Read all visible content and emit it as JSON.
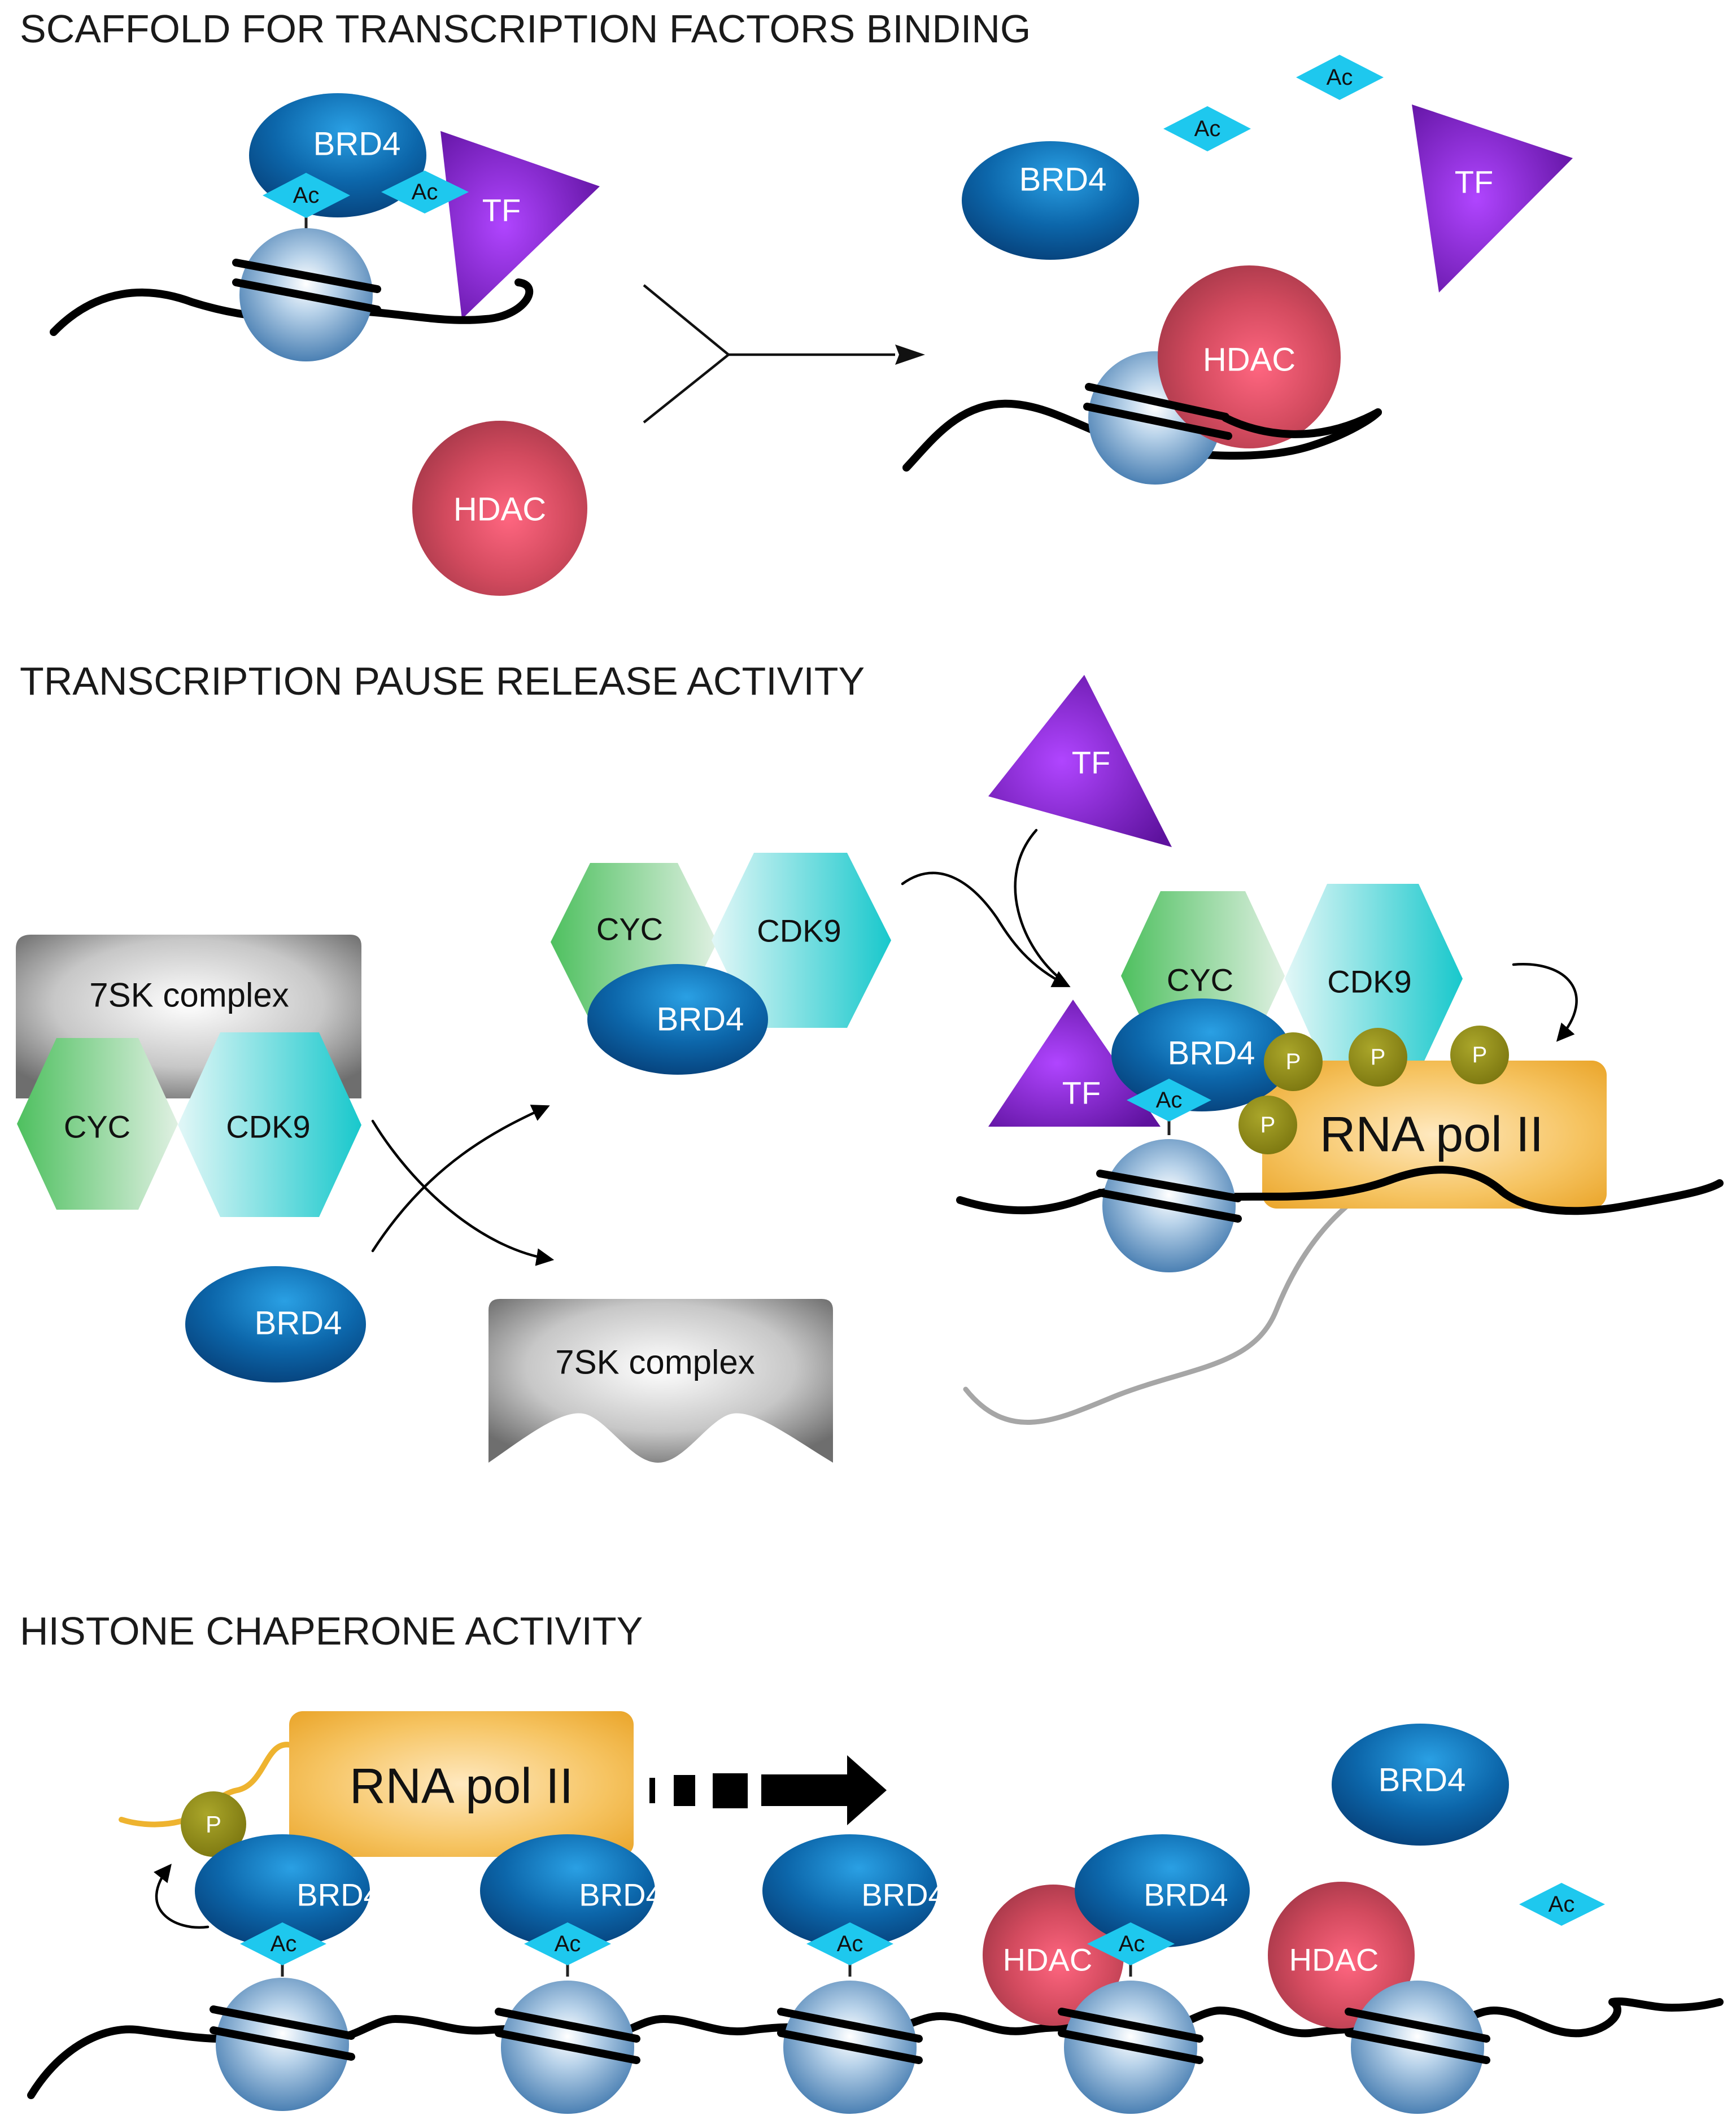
{
  "sections": [
    {
      "title": "SCAFFOLD FOR TRANSCRIPTION FACTORS BINDING"
    },
    {
      "title": "TRANSCRIPTION PAUSE RELEASE ACTIVITY"
    },
    {
      "title": "HISTONE CHAPERONE ACTIVITY"
    }
  ],
  "labels": {
    "brd4": "BRD4",
    "tf": "TF",
    "hdac": "HDAC",
    "ac": "Ac",
    "p": "P",
    "cyc": "CYC",
    "cdk9": "CDK9",
    "complex7sk": "7SK complex",
    "rnapol": "RNA pol II"
  },
  "colors": {
    "brd4": "#0d5b9a",
    "tf": "#7b20c8",
    "hdac": "#d8485f",
    "ac": "#1ec8ee",
    "phospho": "#8f8a12",
    "rnapol": "#f2b94a",
    "cyc": "#5fc86e",
    "cdk9": "#27cfd1",
    "nucleosome": "#5f93c4",
    "complex7sk": "#8d8d8d",
    "dna": "#000000",
    "rna": "#a6a6a6"
  }
}
